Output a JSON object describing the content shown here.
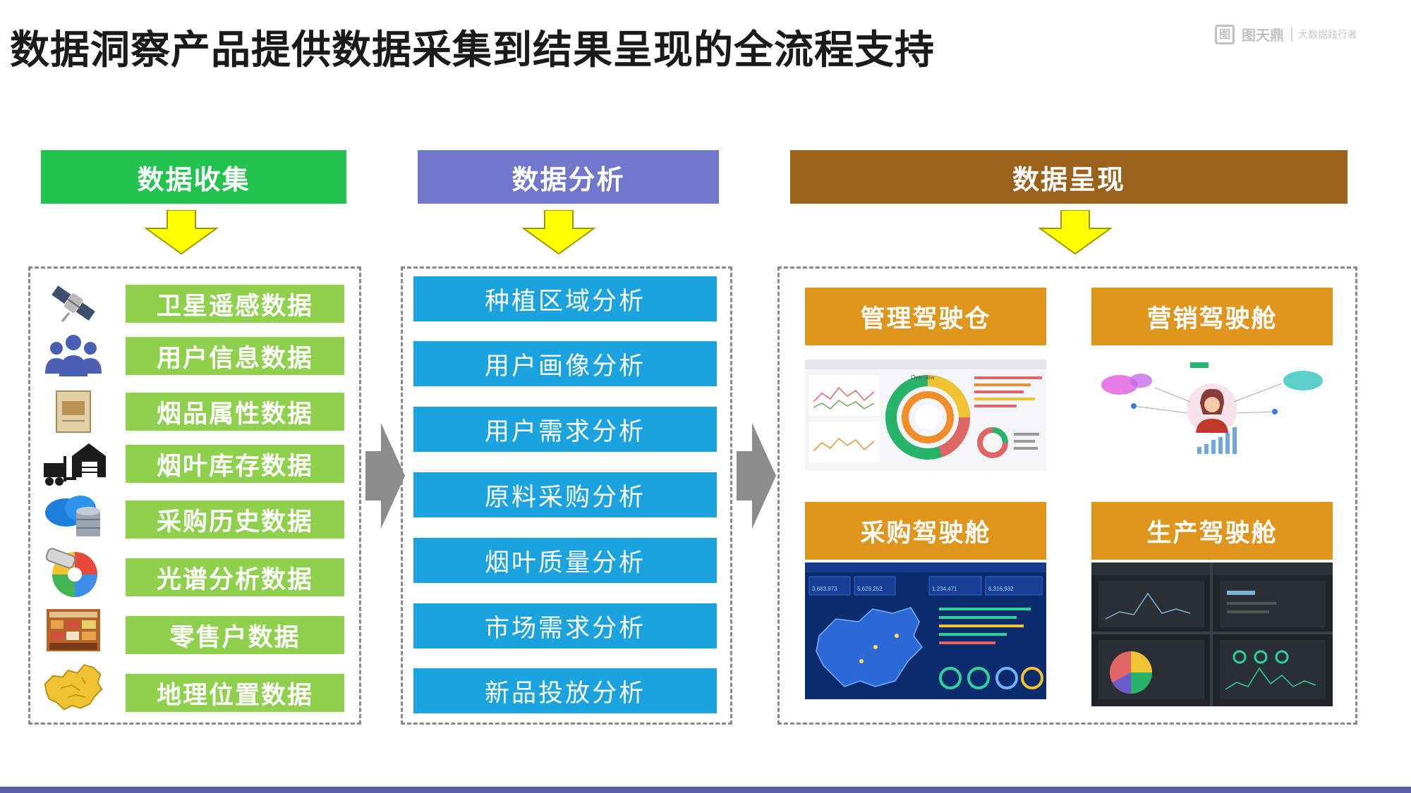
{
  "title": "数据洞察产品提供数据采集到结果呈现的全流程支持",
  "logo": {
    "text": "图天鼎",
    "sub": "大数据践行者"
  },
  "stages": {
    "collect": "数据收集",
    "analyze": "数据分析",
    "present": "数据呈现"
  },
  "sources": [
    {
      "label": "卫星遥感数据",
      "icon": "satellite-icon"
    },
    {
      "label": "用户信息数据",
      "icon": "users-icon"
    },
    {
      "label": "烟品属性数据",
      "icon": "cigarette-pack-icon"
    },
    {
      "label": "烟叶库存数据",
      "icon": "warehouse-forklift-icon"
    },
    {
      "label": "采购历史数据",
      "icon": "cloud-database-icon"
    },
    {
      "label": "光谱分析数据",
      "icon": "spectrometer-icon"
    },
    {
      "label": "零售户数据",
      "icon": "retail-store-icon"
    },
    {
      "label": "地理位置数据",
      "icon": "china-map-icon"
    }
  ],
  "analyses": [
    "种植区域分析",
    "用户画像分析",
    "用户需求分析",
    "原料采购分析",
    "烟叶质量分析",
    "市场需求分析",
    "新品投放分析"
  ],
  "cockpits": [
    {
      "label": "管理驾驶仓",
      "preview": "management-dashboard-preview"
    },
    {
      "label": "营销驾驶舱",
      "preview": "marketing-dashboard-preview"
    },
    {
      "label": "采购驾驶舱",
      "preview": "procurement-dashboard-preview"
    },
    {
      "label": "生产驾驶舱",
      "preview": "production-dashboard-preview"
    }
  ],
  "dash_text": {
    "overview": "Overview",
    "stats": [
      "3,683,873",
      "5,629,252",
      "1,234,471",
      "6,316,932"
    ]
  },
  "colors": {
    "collect": "#22c34e",
    "analyze": "#7177cc",
    "present": "#9a621a",
    "source_label": "#8fd04c",
    "analysis_item": "#1aa3de",
    "cockpit": "#e0951d",
    "arrow_yellow": "#ffff00",
    "flow_arrow": "#8c8c8c"
  }
}
